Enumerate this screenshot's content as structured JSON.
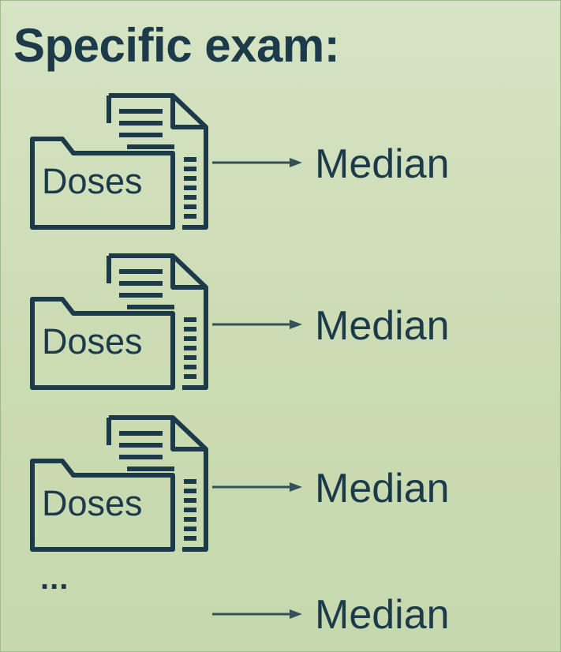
{
  "title": "Specific exam:",
  "groups": [
    {
      "folder_label": "Doses",
      "output_label": "Median"
    },
    {
      "folder_label": "Doses",
      "output_label": "Median"
    },
    {
      "folder_label": "Doses",
      "output_label": "Median"
    }
  ],
  "ellipsis": "...",
  "final_output_label": "Median",
  "colors": {
    "background": "#cfdfb9",
    "ink": "#1c3a4a",
    "arrow": "#36505a"
  },
  "icons": [
    "documents-folder-icon",
    "arrow-right-icon"
  ]
}
